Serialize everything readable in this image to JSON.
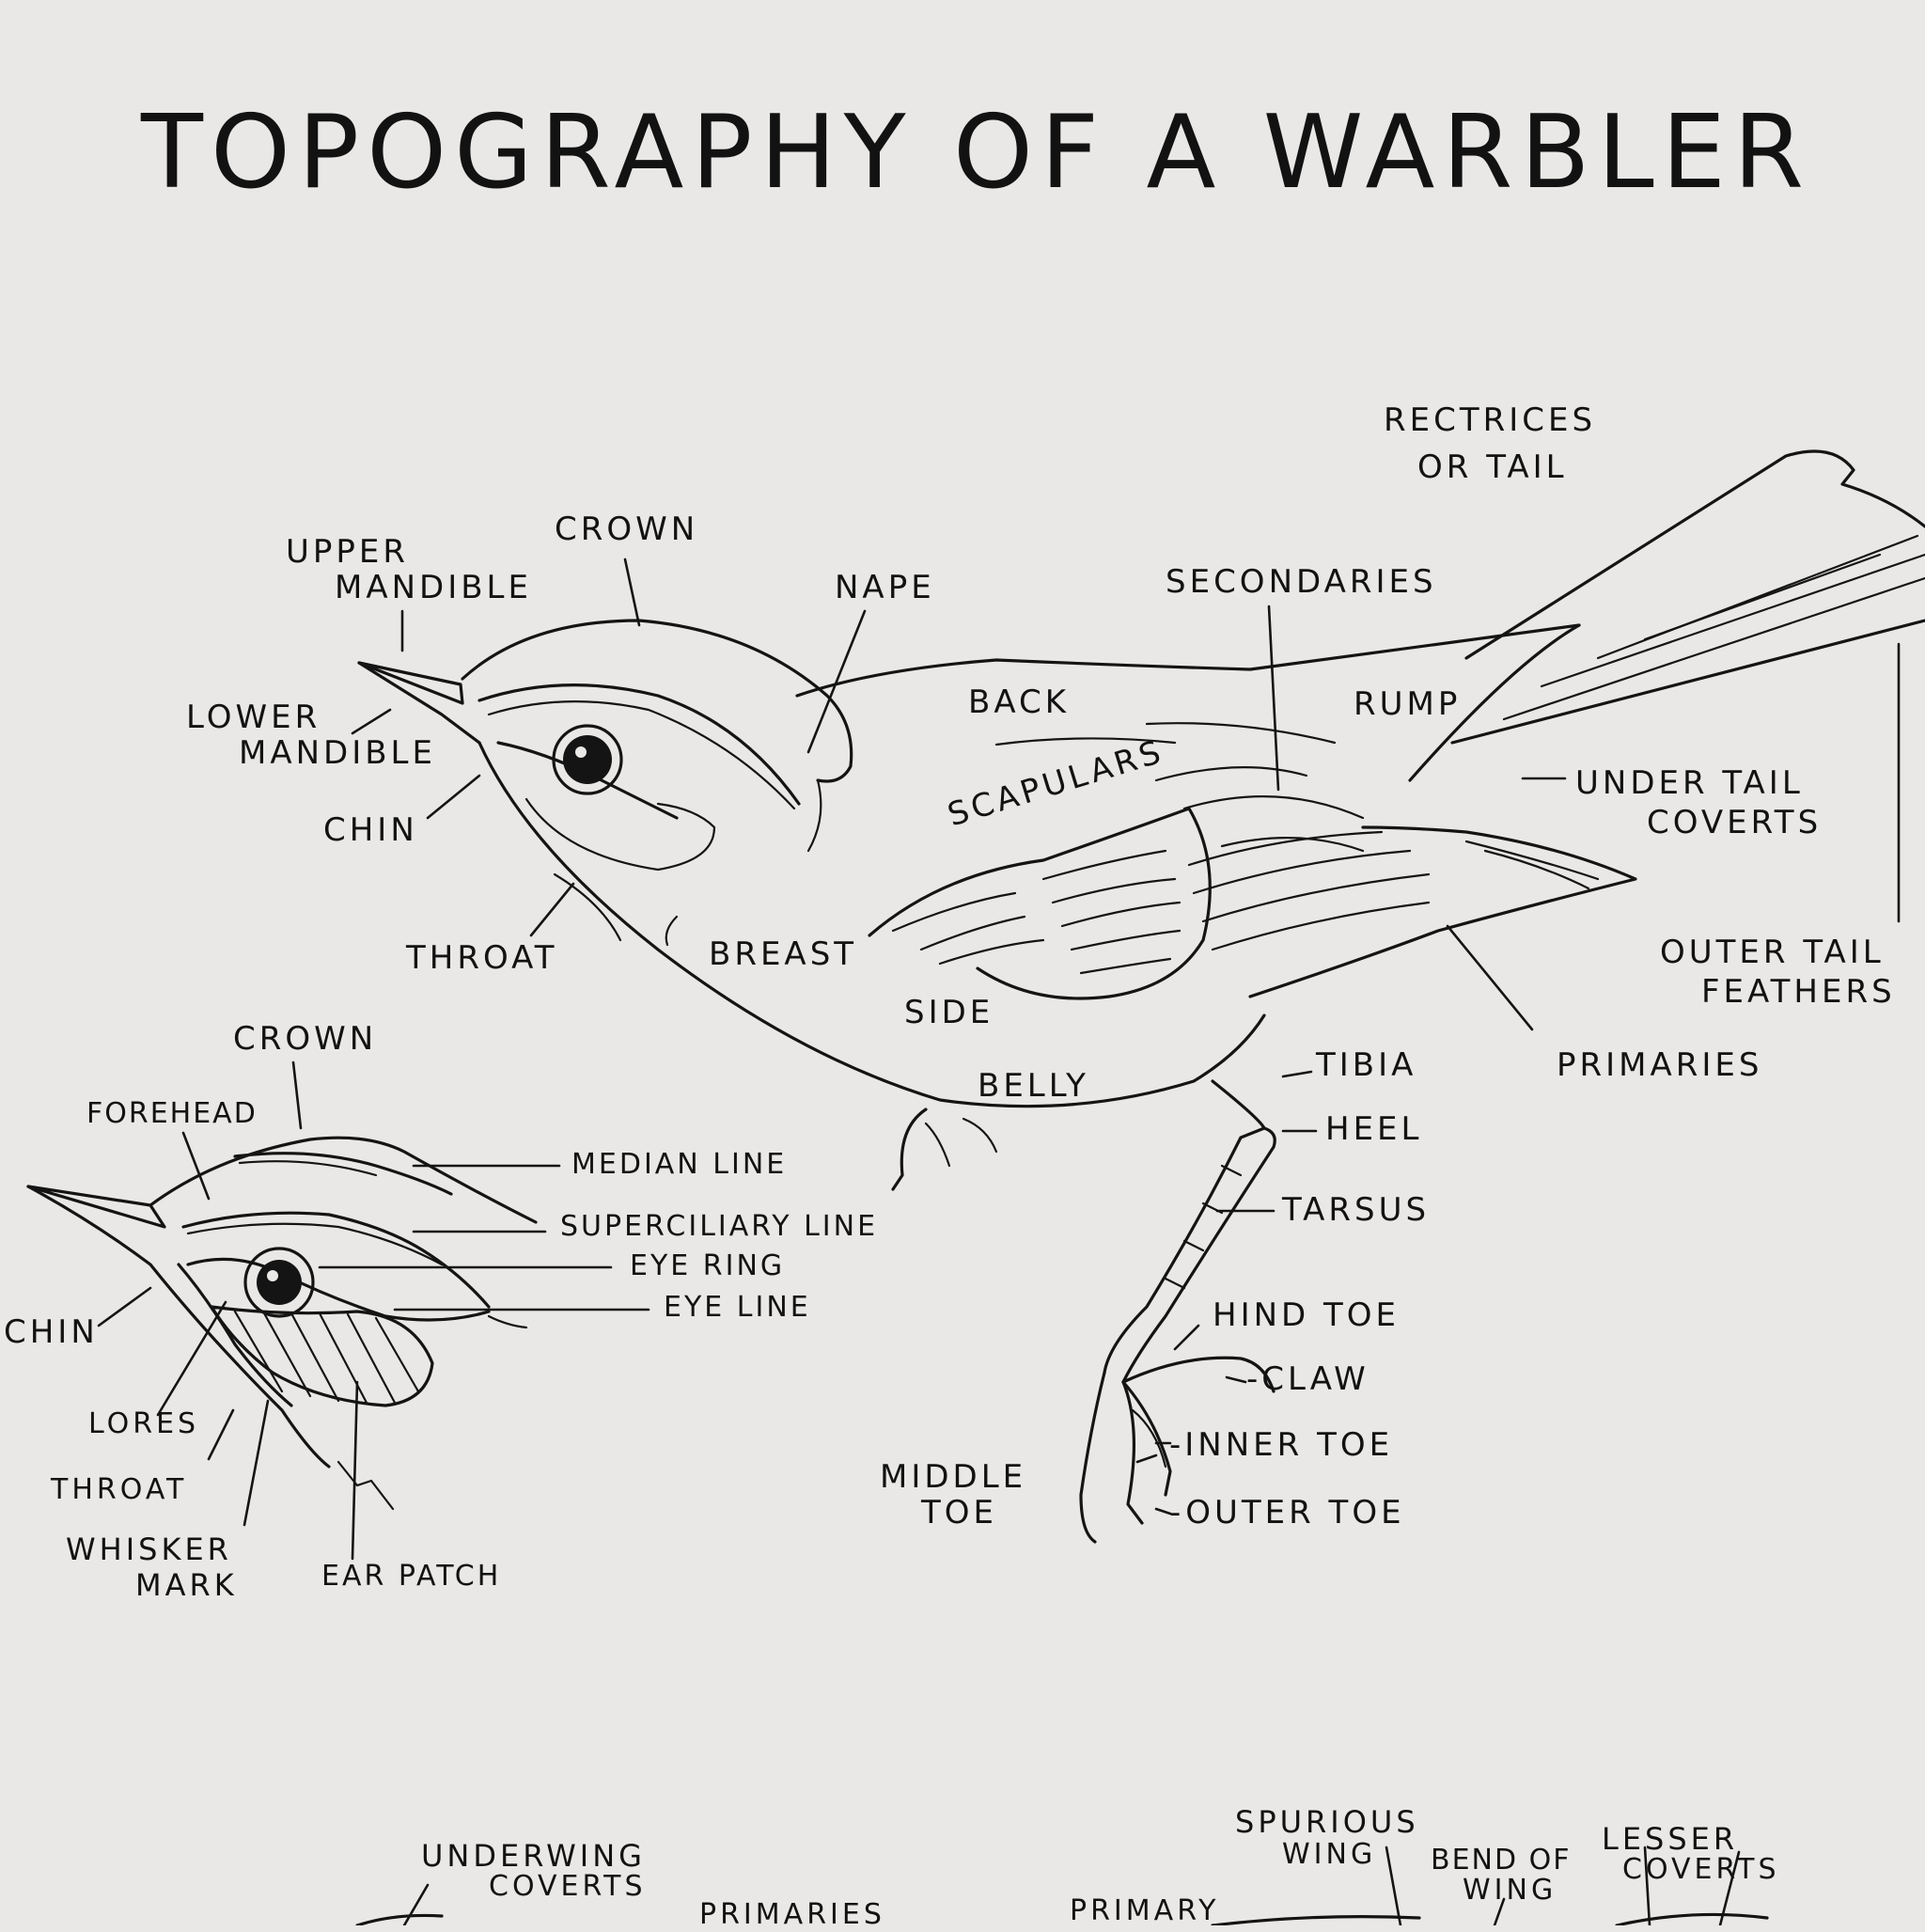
{
  "title": "TOPOGRAPHY OF A WARBLER",
  "colors": {
    "paper": "#e9e8e6",
    "ink": "#141414"
  },
  "main_figure": {
    "labels": {
      "rectrices": "RECTRICES",
      "or_tail": "OR TAIL",
      "upper": "UPPER",
      "mandible": "MANDIBLE",
      "crown": "CROWN",
      "nape": "NAPE",
      "secondaries": "SECONDARIES",
      "back": "BACK",
      "rump": "RUMP",
      "lower": "LOWER",
      "lower_mandible": "MANDIBLE",
      "chin": "CHIN",
      "scapulars": "SCAPULARS",
      "under_tail": "UNDER TAIL",
      "coverts": "COVERTS",
      "throat": "THROAT",
      "breast": "BREAST",
      "outer_tail": "OUTER TAIL",
      "feathers": "FEATHERS",
      "side": "SIDE",
      "primaries": "PRIMARIES",
      "belly": "BELLY",
      "tibia": "TIBIA",
      "heel": "HEEL",
      "tarsus": "TARSUS",
      "hind_toe": "HIND TOE",
      "claw": "-CLAW",
      "inner_toe": "-INNER TOE",
      "middle": "MIDDLE",
      "toe": "TOE",
      "outer_toe": "-OUTER TOE"
    }
  },
  "head_detail": {
    "labels": {
      "crown": "CROWN",
      "forehead": "FOREHEAD",
      "median_line": "MEDIAN LINE",
      "superciliary_line": "SUPERCILIARY LINE",
      "eye_ring": "EYE RING",
      "eye_line": "EYE LINE",
      "chin": "CHIN",
      "lores": "LORES",
      "throat": "THROAT",
      "whisker": "WHISKER",
      "mark": "MARK",
      "ear_patch": "EAR PATCH"
    }
  },
  "wing_figures": {
    "labels": {
      "underwing": "UNDERWING",
      "coverts": "COVERTS",
      "primaries": "PRIMARIES",
      "primary": "PRIMARY",
      "spurious": "SPURIOUS",
      "wing": "WING",
      "bend_of": "BEND OF",
      "bend_wing": "WING",
      "lesser": "LESSER",
      "lesser_coverts": "COVERTS"
    }
  }
}
